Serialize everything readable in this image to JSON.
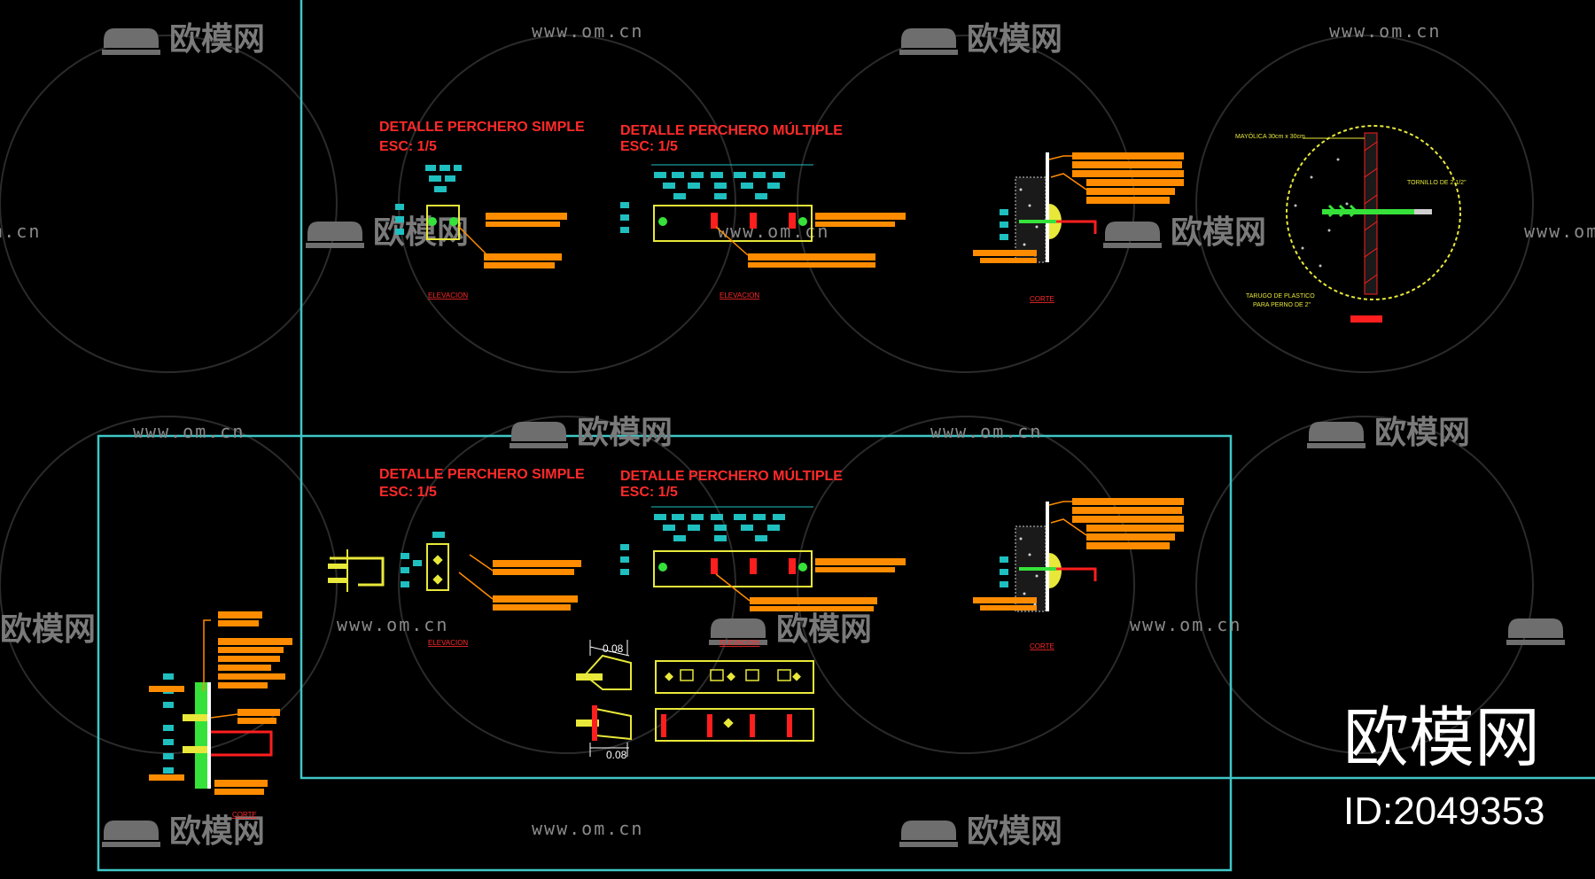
{
  "colors": {
    "background": "#000000",
    "frame": "#3fc6c6",
    "title": "#ff2a2a",
    "dim": "#1fbfbf",
    "leader": "#ff8c00",
    "tag": "#ff8c1a",
    "outline": "#e8e83a",
    "hook": "#ff1e1e",
    "bolt": "#36e23a",
    "watermark": "#7a7a7a",
    "white": "#ffffff"
  },
  "watermark": {
    "brand": "欧模网",
    "url": "www.om.cn",
    "id": "ID:2049353"
  },
  "details": {
    "simple_title": "DETALLE PERCHERO SIMPLE",
    "multiple_title": "DETALLE PERCHERO MÚLTIPLE",
    "scale": "ESC: 1/5",
    "elevation": "ELEVACION",
    "section": "CORTE",
    "zoom_label_tile": "MAYÓLICA 30cm x 30cm",
    "zoom_label_screw": "TORNILLO DE 2 1/2\"",
    "zoom_label_plug_1": "TARUGO DE PLASTICO",
    "zoom_label_plug_2": "PARA PERNO DE 2\"",
    "dimension_a": "0.08",
    "dimension_b": "0.08"
  }
}
